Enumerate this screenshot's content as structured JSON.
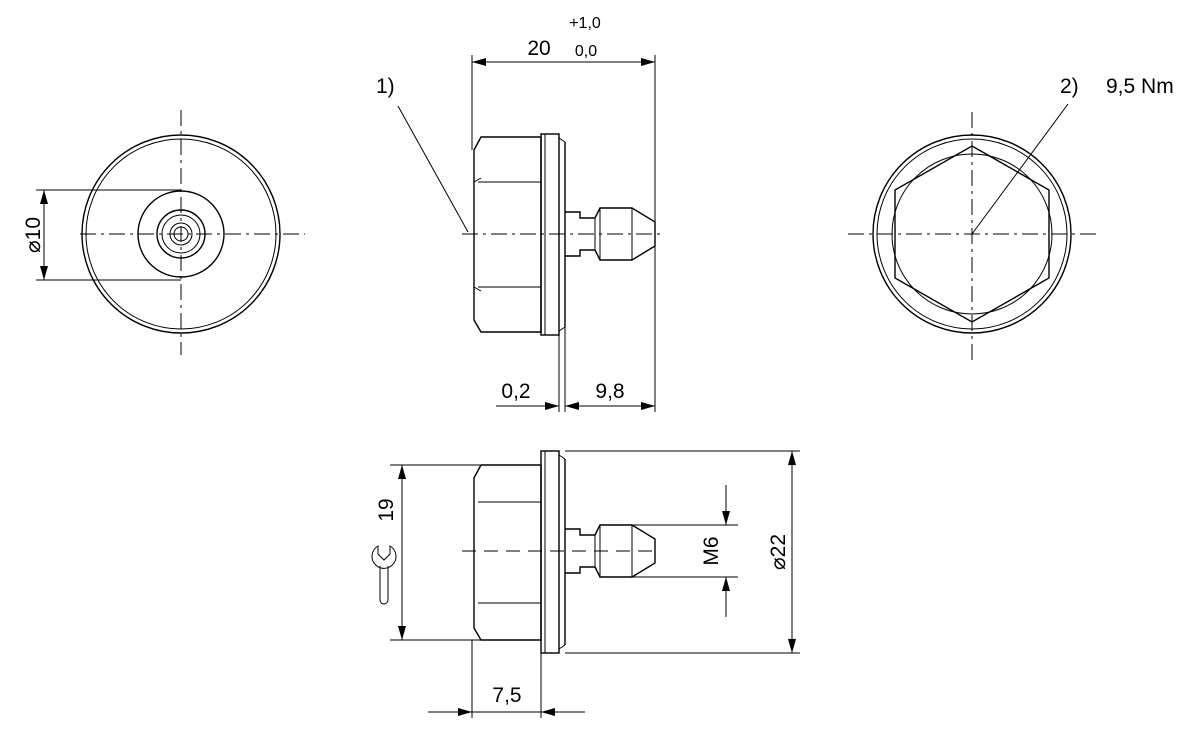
{
  "dimensions": {
    "front_diameter": "⌀10",
    "length_nominal": "20",
    "length_tol_upper": "+1,0",
    "length_tol_lower": "0,0",
    "flange_thickness": "0,2",
    "stem_length": "9,8",
    "wrench_size": "19",
    "flange_diameter": "⌀22",
    "thread": "M6",
    "hex_length": "7,5"
  },
  "callouts": {
    "note_1": "1)",
    "note_2": "2)",
    "torque": "9,5 Nm"
  },
  "icons": {
    "wrench": "open-end-wrench-icon"
  }
}
